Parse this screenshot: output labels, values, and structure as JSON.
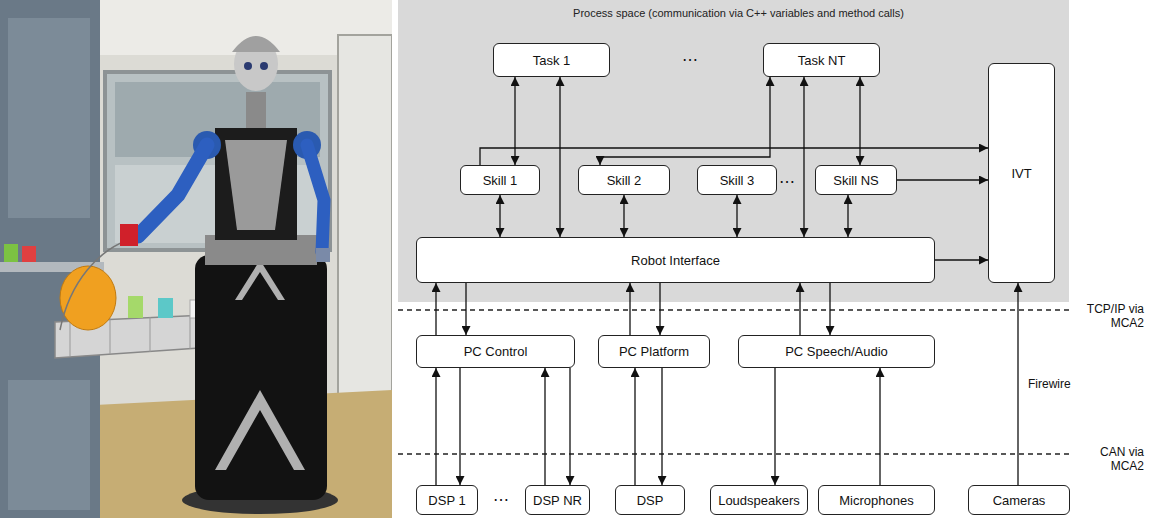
{
  "diagram": {
    "nodes": [
      {
        "text": [
          "Process space (communication via C++ variables and method calls)"
        ]
      },
      {
        "text": [
          "Task 1"
        ],
        "in": 0
      },
      {
        "text": [
          "Task NT"
        ],
        "in": 0
      },
      {
        "text": [
          "Skill 1"
        ],
        "in": 0
      },
      {
        "text": [
          "Skill 2"
        ],
        "in": 0
      },
      {
        "text": [
          "Skill 3"
        ],
        "in": 0
      },
      {
        "text": [
          "Skill NS"
        ],
        "in": 0
      },
      {
        "text": [
          "IVT"
        ],
        "in": 0
      },
      {
        "text": [
          "Robot Interface"
        ],
        "in": 0
      },
      {
        "text": [
          "PC Control"
        ]
      },
      {
        "text": [
          "PC Platform"
        ]
      },
      {
        "text": [
          "PC Speech/Audio"
        ]
      },
      {
        "text": [
          "DSP 1"
        ]
      },
      {
        "text": [
          "DSP NR"
        ]
      },
      {
        "text": [
          "DSP"
        ]
      },
      {
        "text": [
          "Loudspeakers"
        ]
      },
      {
        "text": [
          "Microphones"
        ]
      },
      {
        "text": [
          "Cameras"
        ]
      }
    ],
    "edges": [
      {
        "from": 1,
        "to": 3,
        "arrow": "both"
      },
      {
        "from": 1,
        "to": 8,
        "arrow": "both"
      },
      {
        "from": 2,
        "to": 4,
        "arrow": "both"
      },
      {
        "from": 2,
        "to": 6,
        "arrow": "both"
      },
      {
        "from": 2,
        "to": 8,
        "arrow": "both"
      },
      {
        "from": 3,
        "to": 7,
        "arrow": "to"
      },
      {
        "from": 6,
        "to": 7,
        "arrow": "to"
      },
      {
        "from": 3,
        "to": 8,
        "arrow": "both"
      },
      {
        "from": 4,
        "to": 8,
        "arrow": "both"
      },
      {
        "from": 5,
        "to": 8,
        "arrow": "both"
      },
      {
        "from": 6,
        "to": 8,
        "arrow": "both"
      },
      {
        "from": 8,
        "to": 7,
        "arrow": "to"
      },
      {
        "from": 9,
        "to": 8,
        "arrow": "to"
      },
      {
        "from": 8,
        "to": 9,
        "arrow": "to"
      },
      {
        "from": 10,
        "to": 8,
        "arrow": "to"
      },
      {
        "from": 8,
        "to": 10,
        "arrow": "to"
      },
      {
        "from": 11,
        "to": 8,
        "arrow": "to"
      },
      {
        "from": 8,
        "to": 11,
        "arrow": "to"
      },
      {
        "from": 12,
        "to": 9,
        "arrow": "to"
      },
      {
        "from": 9,
        "to": 12,
        "arrow": "to"
      },
      {
        "from": 13,
        "to": 9,
        "arrow": "to"
      },
      {
        "from": 9,
        "to": 13,
        "arrow": "to"
      },
      {
        "from": 14,
        "to": 10,
        "arrow": "to"
      },
      {
        "from": 10,
        "to": 14,
        "arrow": "to"
      },
      {
        "from": 11,
        "to": 15,
        "arrow": "to"
      },
      {
        "from": 16,
        "to": 11,
        "arrow": "to"
      },
      {
        "from": 17,
        "to": 7,
        "arrow": "to",
        "label": "Firewire"
      }
    ],
    "labels": [
      "⋯",
      "⋯",
      "⋯",
      "TCP/IP via MCA2",
      "CAN via MCA2"
    ]
  }
}
